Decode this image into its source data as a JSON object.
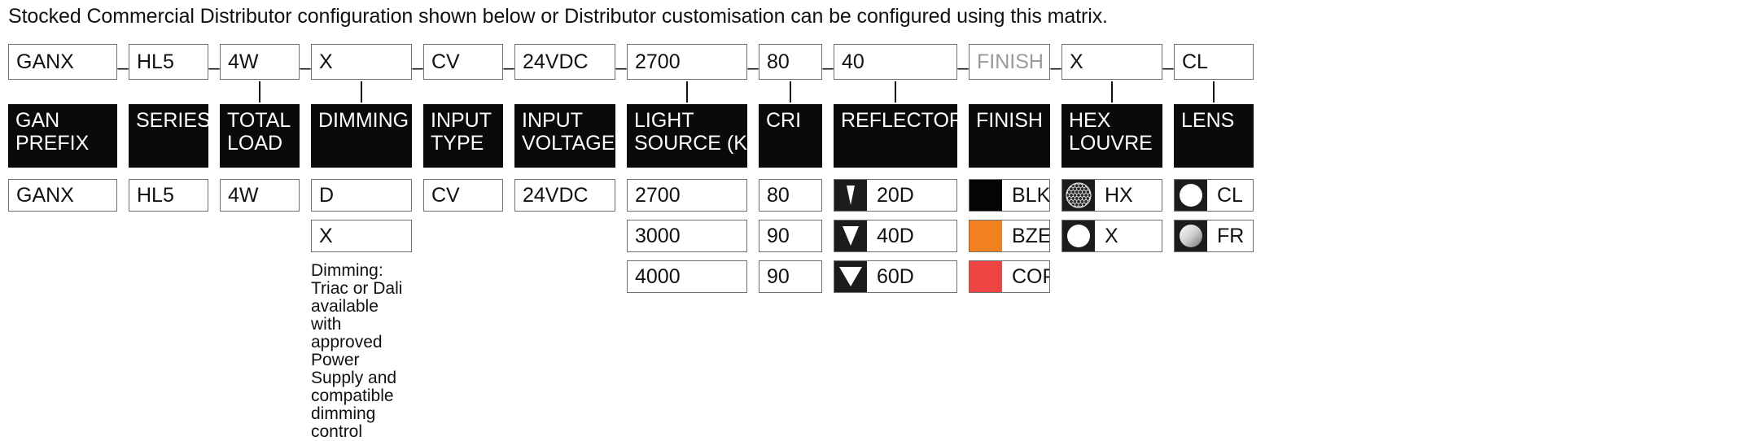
{
  "intro": "Stocked Commercial Distributor configuration shown below or Distributor customisation can be configured using this matrix.",
  "separator": "–",
  "columns": [
    {
      "key": "gan_prefix",
      "code": "GANX",
      "code_muted": false,
      "connector": false,
      "header": [
        "GAN",
        "PREFIX"
      ],
      "options": [
        {
          "label": "GANX",
          "swatch": "none"
        }
      ]
    },
    {
      "key": "series",
      "code": "HL5",
      "code_muted": false,
      "connector": false,
      "header": [
        "SERIES"
      ],
      "options": [
        {
          "label": "HL5",
          "swatch": "none"
        }
      ]
    },
    {
      "key": "total_load",
      "code": "4W",
      "code_muted": false,
      "connector": true,
      "header": [
        "TOTAL",
        "LOAD"
      ],
      "options": [
        {
          "label": "4W",
          "swatch": "none"
        }
      ]
    },
    {
      "key": "dimming",
      "code": "X",
      "code_muted": false,
      "connector": true,
      "header": [
        "DIMMING"
      ],
      "options": [
        {
          "label": "D",
          "swatch": "none"
        },
        {
          "label": "X",
          "swatch": "none"
        }
      ],
      "note": "Dimming: Triac or Dali\navailable with approved\nPower Supply and\ncompatible dimming control"
    },
    {
      "key": "input_type",
      "code": "CV",
      "code_muted": false,
      "connector": false,
      "header": [
        "INPUT",
        "TYPE"
      ],
      "options": [
        {
          "label": "CV",
          "swatch": "none"
        }
      ]
    },
    {
      "key": "input_voltage",
      "code": "24VDC",
      "code_muted": false,
      "connector": false,
      "header": [
        "INPUT",
        "VOLTAGE"
      ],
      "options": [
        {
          "label": "24VDC",
          "swatch": "none"
        }
      ]
    },
    {
      "key": "light_source",
      "code": "2700",
      "code_muted": false,
      "connector": true,
      "header": [
        "LIGHT",
        "SOURCE (K)"
      ],
      "options": [
        {
          "label": "2700",
          "swatch": "none"
        },
        {
          "label": "3000",
          "swatch": "none"
        },
        {
          "label": "4000",
          "swatch": "none"
        }
      ]
    },
    {
      "key": "cri",
      "code": "80",
      "code_muted": false,
      "connector": true,
      "header": [
        "CRI"
      ],
      "options": [
        {
          "label": "80",
          "swatch": "none"
        },
        {
          "label": "90",
          "swatch": "none"
        },
        {
          "label": "90",
          "swatch": "none"
        }
      ]
    },
    {
      "key": "reflector",
      "code": "40",
      "code_muted": false,
      "connector": true,
      "header": [
        "REFLECTOR"
      ],
      "options": [
        {
          "label": "20D",
          "swatch": "cone-narrow"
        },
        {
          "label": "40D",
          "swatch": "cone-medium"
        },
        {
          "label": "60D",
          "swatch": "cone-wide"
        }
      ]
    },
    {
      "key": "finish",
      "code": "FINISH",
      "code_muted": true,
      "connector": false,
      "header": [
        "FINISH"
      ],
      "options": [
        {
          "label": "BLK",
          "swatch": "color",
          "color": "#050505"
        },
        {
          "label": "BZE",
          "swatch": "color",
          "color": "#F2801F"
        },
        {
          "label": "COP",
          "swatch": "color",
          "color": "#EE4443"
        }
      ]
    },
    {
      "key": "hex_louvre",
      "code": "X",
      "code_muted": false,
      "connector": true,
      "header": [
        "HEX",
        "LOUVRE"
      ],
      "options": [
        {
          "label": "HX",
          "swatch": "honeycomb"
        },
        {
          "label": "X",
          "swatch": "circle-white"
        }
      ]
    },
    {
      "key": "lens",
      "code": "CL",
      "code_muted": false,
      "connector": true,
      "header": [
        "LENS"
      ],
      "options": [
        {
          "label": "CL",
          "swatch": "circle-white"
        },
        {
          "label": "FR",
          "swatch": "circle-frosted"
        }
      ]
    }
  ],
  "colors": {
    "header_bg": "#0a0a0a",
    "box_border": "#6f6f6f",
    "muted_text": "#9a9a9a",
    "bronze": "#F2801F",
    "copper": "#EE4443",
    "black": "#050505"
  }
}
